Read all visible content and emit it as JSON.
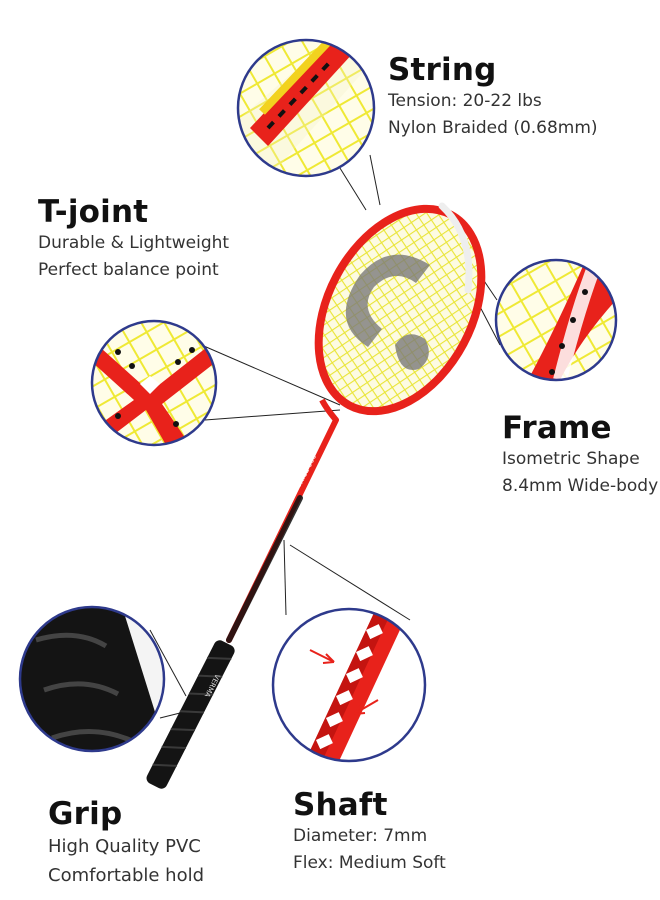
{
  "callouts": {
    "string": {
      "title": "String",
      "lines": [
        "Tension: 20-22 lbs",
        "Nylon Braided (0.68mm)"
      ]
    },
    "tjoint": {
      "title": "T-joint",
      "lines": [
        "Durable & Lightweight",
        "Perfect  balance point"
      ]
    },
    "frame": {
      "title": "Frame",
      "lines": [
        "Isometric Shape",
        "8.4mm Wide-body"
      ]
    },
    "shaft": {
      "title": "Shaft",
      "lines": [
        "Diameter: 7mm",
        "Flex: Medium Soft"
      ]
    },
    "grip": {
      "title": "Grip",
      "lines": [
        "High Quality PVC",
        "Comfortable hold"
      ]
    }
  },
  "racket": {
    "shaft_text": "TRICE 900",
    "handle_text": "VERMA"
  },
  "colors": {
    "frame_red": "#e8221b",
    "string_yellow": "#f2ef4a",
    "circle_border": "#2e3a8c",
    "grip_black": "#141414",
    "logo_gray": "#7a7a7a"
  }
}
